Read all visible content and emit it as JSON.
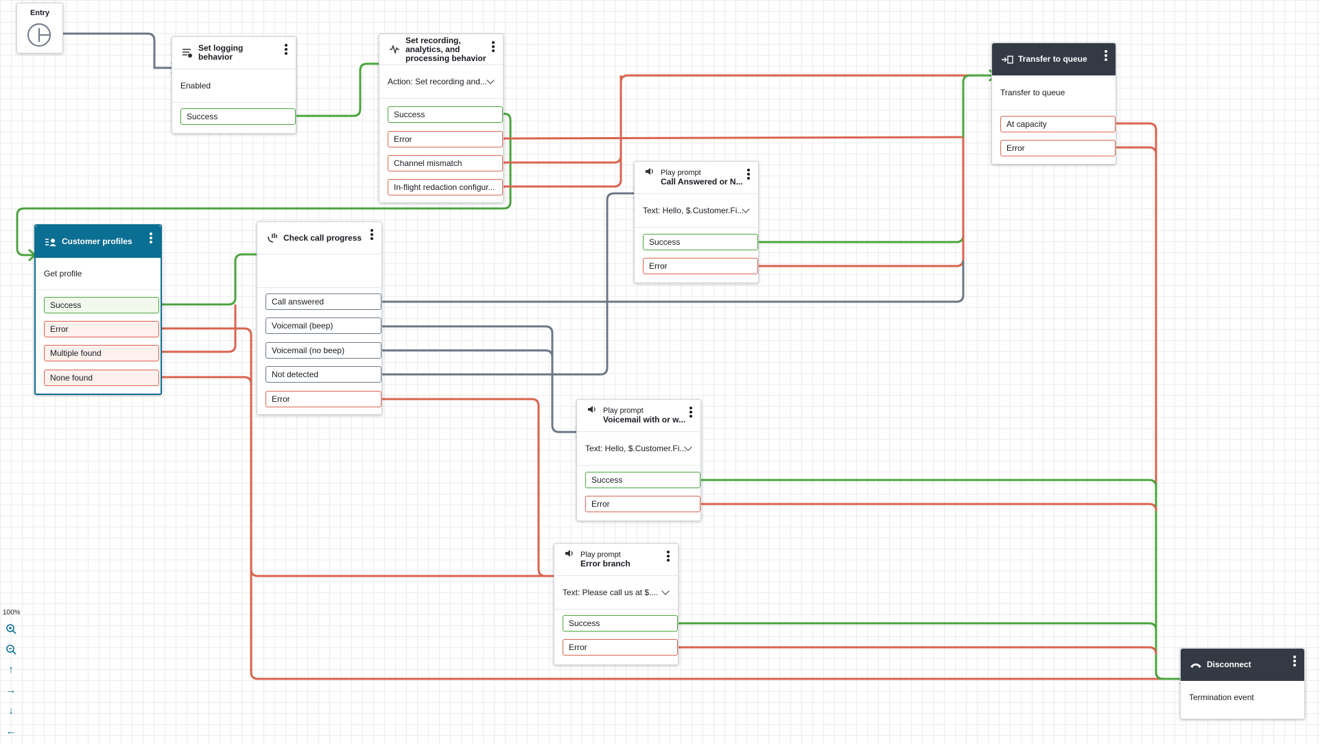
{
  "entry": {
    "label": "Entry"
  },
  "logging": {
    "title": "Set logging behavior",
    "value": "Enabled",
    "ports": [
      "Success"
    ]
  },
  "recording": {
    "title": "Set recording, analytics, and processing behavior",
    "action": "Action: Set recording and...",
    "ports": [
      "Success",
      "Error",
      "Channel mismatch",
      "In-flight redaction configur..."
    ]
  },
  "transfer": {
    "title": "Transfer to queue",
    "value": "Transfer to queue",
    "ports": [
      "At capacity",
      "Error"
    ]
  },
  "call_answered": {
    "type": "Play prompt",
    "title": "Call Answered or N...",
    "text": "Text: Hello, $.Customer.Fi...",
    "ports": [
      "Success",
      "Error"
    ]
  },
  "profiles": {
    "title": "Customer profiles",
    "value": "Get profile",
    "ports": [
      "Success",
      "Error",
      "Multiple found",
      "None found"
    ]
  },
  "check_progress": {
    "title": "Check call progress",
    "ports": [
      "Call answered",
      "Voicemail (beep)",
      "Voicemail (no beep)",
      "Not detected",
      "Error"
    ]
  },
  "voicemail": {
    "type": "Play prompt",
    "title": "Voicemail with or w...",
    "text": "Text: Hello, $.Customer.Fi...",
    "ports": [
      "Success",
      "Error"
    ]
  },
  "error_branch": {
    "type": "Play prompt",
    "title": "Error branch",
    "text": "Text: Please call us at $....",
    "ports": [
      "Success",
      "Error"
    ]
  },
  "disconnect": {
    "title": "Disconnect",
    "value": "Termination event"
  },
  "zoom": {
    "level": "100%",
    "controls": [
      "zoom-in",
      "zoom-out",
      "pan-up",
      "pan-right",
      "pan-down",
      "pan-left"
    ]
  },
  "colors": {
    "success": "#4aa43c",
    "error": "#d9634e",
    "neutral": "#6b7785",
    "teal": "#0b6e93",
    "dark": "#333a44"
  }
}
